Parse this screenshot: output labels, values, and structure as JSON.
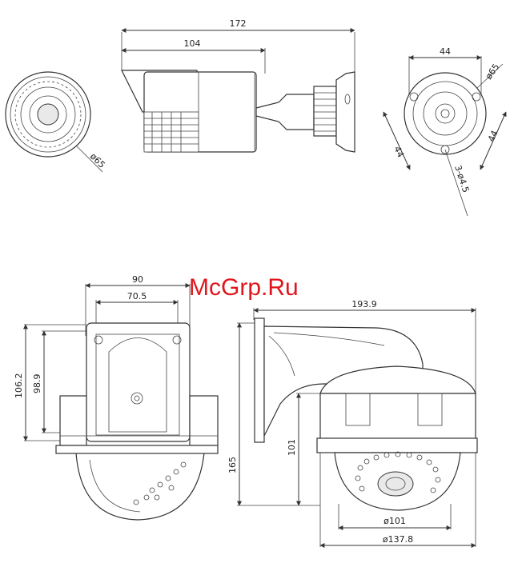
{
  "watermark": "McGrp.Ru",
  "bullet_camera": {
    "front_diameter": "ø65",
    "overall_length": "172",
    "body_length": "104"
  },
  "bullet_mount": {
    "width": "44",
    "diameter": "ø65",
    "left_side": "44",
    "right_side": "44",
    "holes": "3-ø4.5"
  },
  "dome_front": {
    "outer_width": "90",
    "inner_width": "70.5",
    "outer_height": "106.2",
    "inner_height": "98.9"
  },
  "dome_side": {
    "overall_length": "193.9",
    "total_height": "165",
    "dome_height": "101",
    "inner_diameter": "ø101",
    "outer_diameter": "ø137.8"
  }
}
